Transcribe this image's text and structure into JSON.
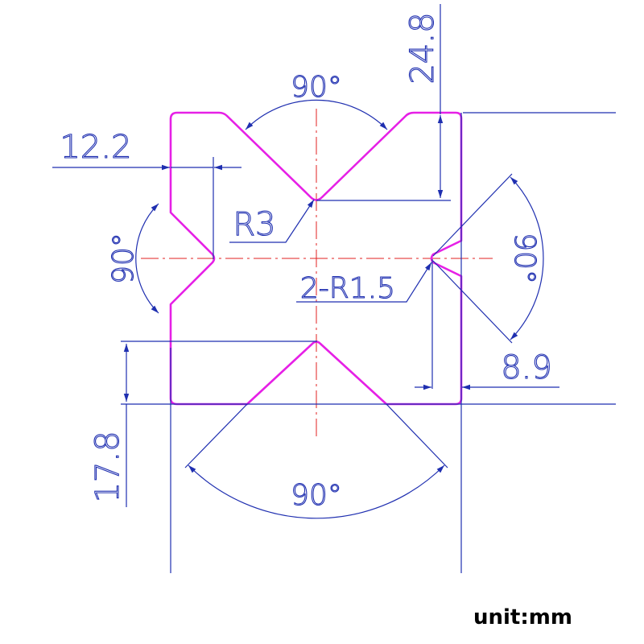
{
  "colors": {
    "outline": "#e620e6",
    "dimension": "#1f2fb0",
    "centerline": "#e02020"
  },
  "dimensions": {
    "top_angle": "90°",
    "left_angle": "90°",
    "right_angle": "90°",
    "bottom_angle": "90°",
    "depth_top": "24.8",
    "depth_left": "12.2",
    "depth_right": "8.9",
    "depth_bottom": "17.8",
    "radius_top": "R3",
    "radius_sides": "2-R1.5"
  },
  "unit_label": "unit:mm"
}
